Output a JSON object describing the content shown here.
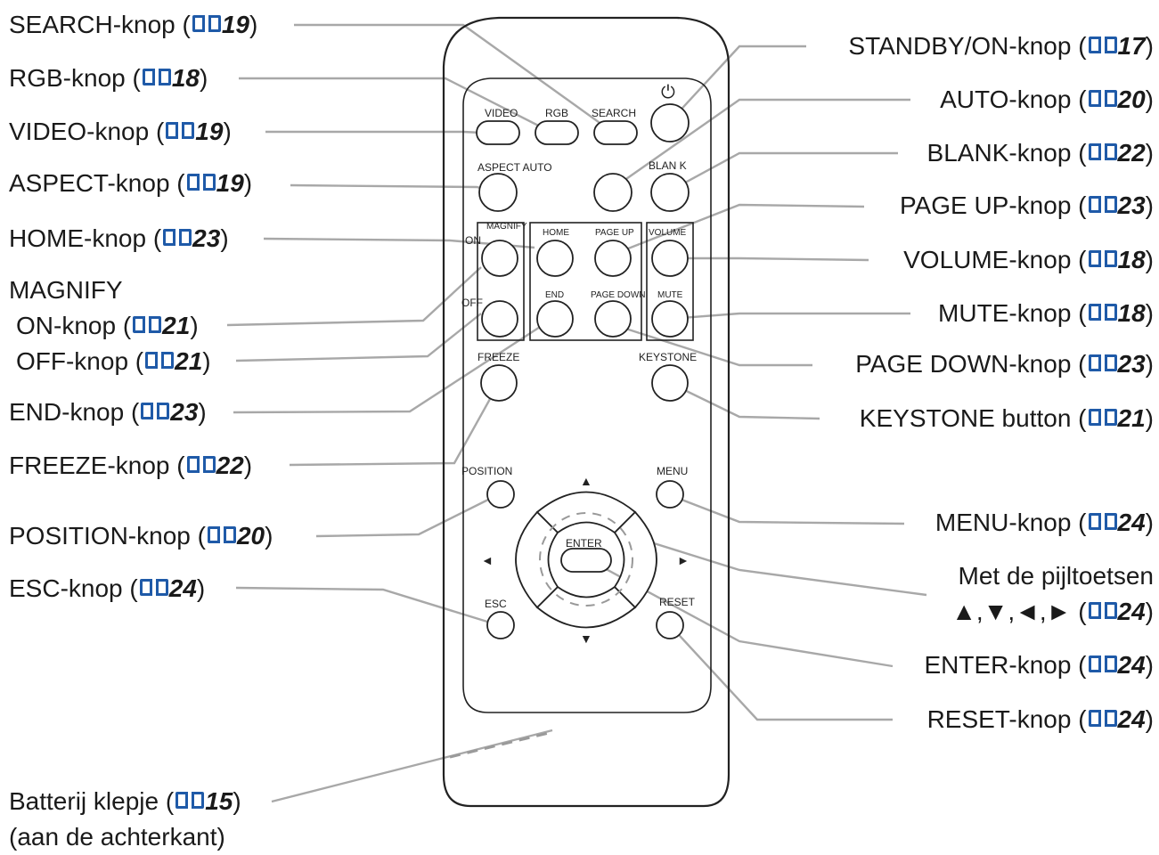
{
  "labels_left": [
    {
      "id": "search",
      "text": "SEARCH-knop (",
      "page": "19",
      "close": ")"
    },
    {
      "id": "rgb",
      "text": "RGB-knop (",
      "page": "18",
      "close": ")"
    },
    {
      "id": "video",
      "text": "VIDEO-knop (",
      "page": "19",
      "close": ")"
    },
    {
      "id": "aspect",
      "text": "ASPECT-knop (",
      "page": "19",
      "close": ")"
    },
    {
      "id": "home",
      "text": "HOME-knop (",
      "page": "23",
      "close": ")"
    },
    {
      "id": "magnify_title",
      "text": "MAGNIFY",
      "page": "",
      "close": ""
    },
    {
      "id": "magnify_on",
      "text": "ON-knop (",
      "page": "21",
      "close": ")"
    },
    {
      "id": "magnify_off",
      "text": "OFF-knop (",
      "page": "21",
      "close": ")"
    },
    {
      "id": "end",
      "text": "END-knop (",
      "page": "23",
      "close": ")"
    },
    {
      "id": "freeze",
      "text": "FREEZE-knop (",
      "page": "22",
      "close": ")"
    },
    {
      "id": "position",
      "text": "POSITION-knop (",
      "page": "20",
      "close": ")"
    },
    {
      "id": "esc",
      "text": "ESC-knop (",
      "page": "24",
      "close": ")"
    },
    {
      "id": "battery",
      "text": "Batterij klepje (",
      "page": "15",
      "close": ")"
    },
    {
      "id": "battery_note",
      "text": "(aan de achterkant)",
      "page": "",
      "close": ""
    }
  ],
  "labels_right": [
    {
      "id": "standby",
      "text": "STANDBY/ON-knop (",
      "page": "17",
      "close": ")"
    },
    {
      "id": "auto",
      "text": "AUTO-knop (",
      "page": "20",
      "close": ")"
    },
    {
      "id": "blank",
      "text": "BLANK-knop (",
      "page": "22",
      "close": ")"
    },
    {
      "id": "pageup",
      "text": "PAGE UP-knop (",
      "page": "23",
      "close": ")"
    },
    {
      "id": "volume",
      "text": "VOLUME-knop (",
      "page": "18",
      "close": ")"
    },
    {
      "id": "mute",
      "text": "MUTE-knop (",
      "page": "18",
      "close": ")"
    },
    {
      "id": "pagedown",
      "text": "PAGE DOWN-knop (",
      "page": "23",
      "close": ")"
    },
    {
      "id": "keystone",
      "text": "KEYSTONE button (",
      "page": "21",
      "close": ")"
    },
    {
      "id": "menu",
      "text": "MENU-knop (",
      "page": "24",
      "close": ")"
    },
    {
      "id": "arrows_title",
      "text": "Met de pijltoetsen",
      "page": "",
      "close": ""
    },
    {
      "id": "arrows",
      "text": "▲,▼,◄,► (",
      "page": "24",
      "close": ")"
    },
    {
      "id": "enter",
      "text": "ENTER-knop (",
      "page": "24",
      "close": ")"
    },
    {
      "id": "reset",
      "text": "RESET-knop (",
      "page": "24",
      "close": ")"
    }
  ],
  "remote_buttons": {
    "video": "VIDEO",
    "rgb": "RGB",
    "search": "SEARCH",
    "power": "⏻",
    "aspect_auto": "ASPECT AUTO",
    "blank": "BLAN K",
    "magnify": "MAGNIFY",
    "on": "ON",
    "off": "OFF",
    "home": "HOME",
    "page_up": "PAGE UP",
    "volume": "VOLUME",
    "end": "END",
    "page_down": "PAGE DOWN",
    "mute": "MUTE",
    "freeze": "FREEZE",
    "keystone": "KEYSTONE",
    "position": "POSITION",
    "menu": "MENU",
    "enter": "ENTER",
    "esc": "ESC",
    "reset": "RESET",
    "up": "▲",
    "down": "▼",
    "left": "◄",
    "right": "►"
  },
  "colors": {
    "book_icon": "#1f5aa8",
    "leader": "#9a9a9a",
    "outline": "#222222"
  }
}
